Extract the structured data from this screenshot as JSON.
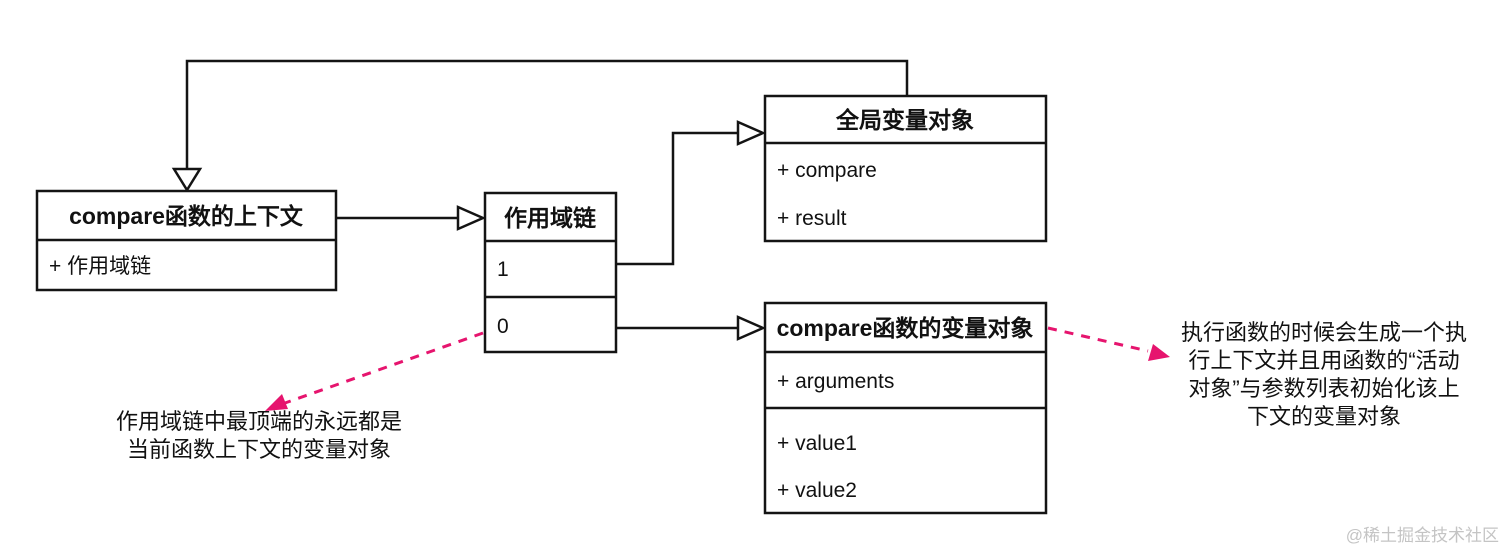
{
  "diagram": {
    "nodes": {
      "context": {
        "title": "compare函数的上下文",
        "fields": [
          "+ 作用域链"
        ]
      },
      "scope_chain": {
        "title": "作用域链",
        "rows": [
          "1",
          "0"
        ]
      },
      "global_object": {
        "title": "全局变量对象",
        "fields": [
          "+ compare",
          "+ result"
        ]
      },
      "variable_object": {
        "title": "compare函数的变量对象",
        "fields": [
          "+ arguments",
          "+ value1",
          "+ value2"
        ]
      }
    },
    "annotations": {
      "left": {
        "lines": [
          "作用域链中最顶端的永远都是",
          "当前函数上下文的变量对象"
        ]
      },
      "right": {
        "lines": [
          "执行函数的时候会生成一个执",
          "行上下文并且用函数的“活动",
          "对象”与参数列表初始化该上",
          "下文的变量对象"
        ]
      }
    },
    "colors": {
      "line_black": "#141414",
      "accent_pink": "#e6146e",
      "watermark_gray": "#c4c4c4"
    },
    "watermark": "@稀土掘金技术社区"
  }
}
